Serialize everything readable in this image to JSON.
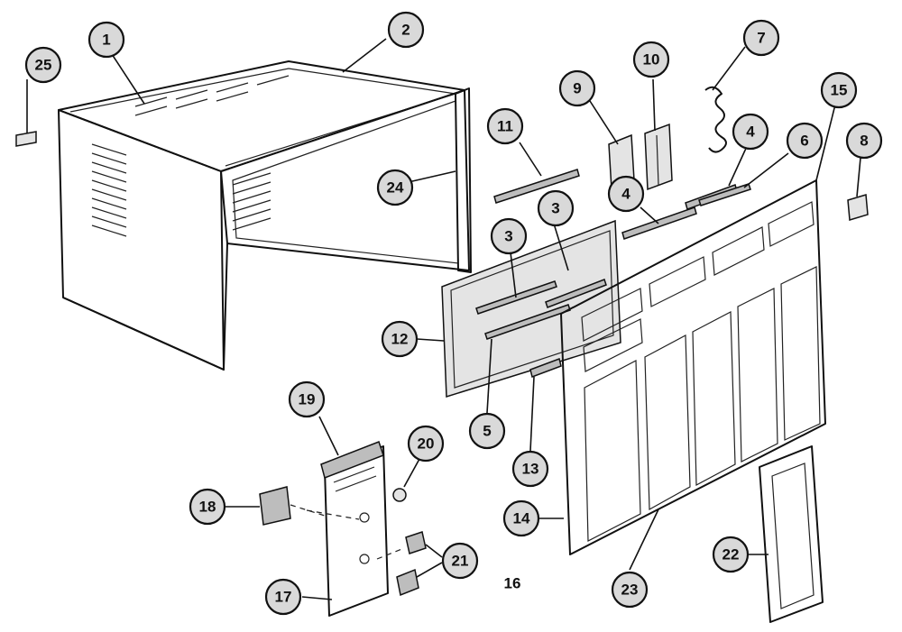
{
  "callouts": [
    {
      "id": "c25",
      "label": "25"
    },
    {
      "id": "c1",
      "label": "1"
    },
    {
      "id": "c2",
      "label": "2"
    },
    {
      "id": "c24",
      "label": "24"
    },
    {
      "id": "c11",
      "label": "11"
    },
    {
      "id": "c9",
      "label": "9"
    },
    {
      "id": "c10",
      "label": "10"
    },
    {
      "id": "c7",
      "label": "7"
    },
    {
      "id": "c15",
      "label": "15"
    },
    {
      "id": "c4a",
      "label": "4"
    },
    {
      "id": "c6",
      "label": "6"
    },
    {
      "id": "c8",
      "label": "8"
    },
    {
      "id": "c4b",
      "label": "4"
    },
    {
      "id": "c3a",
      "label": "3"
    },
    {
      "id": "c3b",
      "label": "3"
    },
    {
      "id": "c12",
      "label": "12"
    },
    {
      "id": "c5",
      "label": "5"
    },
    {
      "id": "c13",
      "label": "13"
    },
    {
      "id": "c19",
      "label": "19"
    },
    {
      "id": "c20",
      "label": "20"
    },
    {
      "id": "c18",
      "label": "18"
    },
    {
      "id": "c14",
      "label": "14"
    },
    {
      "id": "c21",
      "label": "21"
    },
    {
      "id": "c17",
      "label": "17"
    },
    {
      "id": "c23",
      "label": "23"
    },
    {
      "id": "c22",
      "label": "22"
    }
  ],
  "plain_labels": [
    {
      "id": "p16",
      "label": "16"
    }
  ]
}
